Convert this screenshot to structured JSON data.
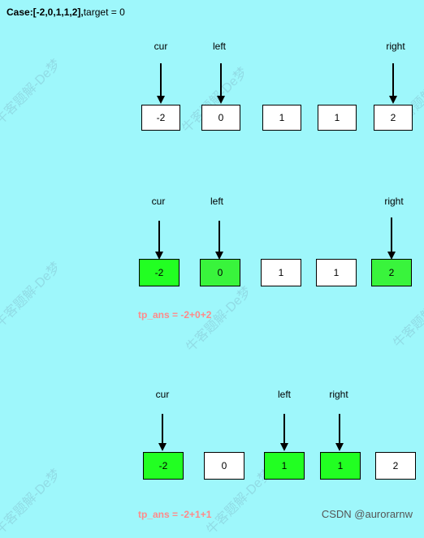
{
  "title": {
    "bold": "Case:[-2,0,1,1,2],",
    "rest": "target = 0"
  },
  "step1": {
    "labels": {
      "cur": "cur",
      "left": "left",
      "right": "right"
    },
    "boxes": [
      "-2",
      "0",
      "1",
      "1",
      "2"
    ]
  },
  "step2": {
    "labels": {
      "cur": "cur",
      "left": "left",
      "right": "right"
    },
    "boxes": [
      "-2",
      "0",
      "1",
      "1",
      "2"
    ],
    "formula": "tp_ans = -2+0+2"
  },
  "step3": {
    "labels": {
      "cur": "cur",
      "left": "left",
      "right": "right"
    },
    "boxes": [
      "-2",
      "0",
      "1",
      "1",
      "2"
    ],
    "formula": "tp_ans = -2+1+1"
  },
  "watermark": "牛客题解-De梦",
  "credit": "CSDN @aurorarnw"
}
